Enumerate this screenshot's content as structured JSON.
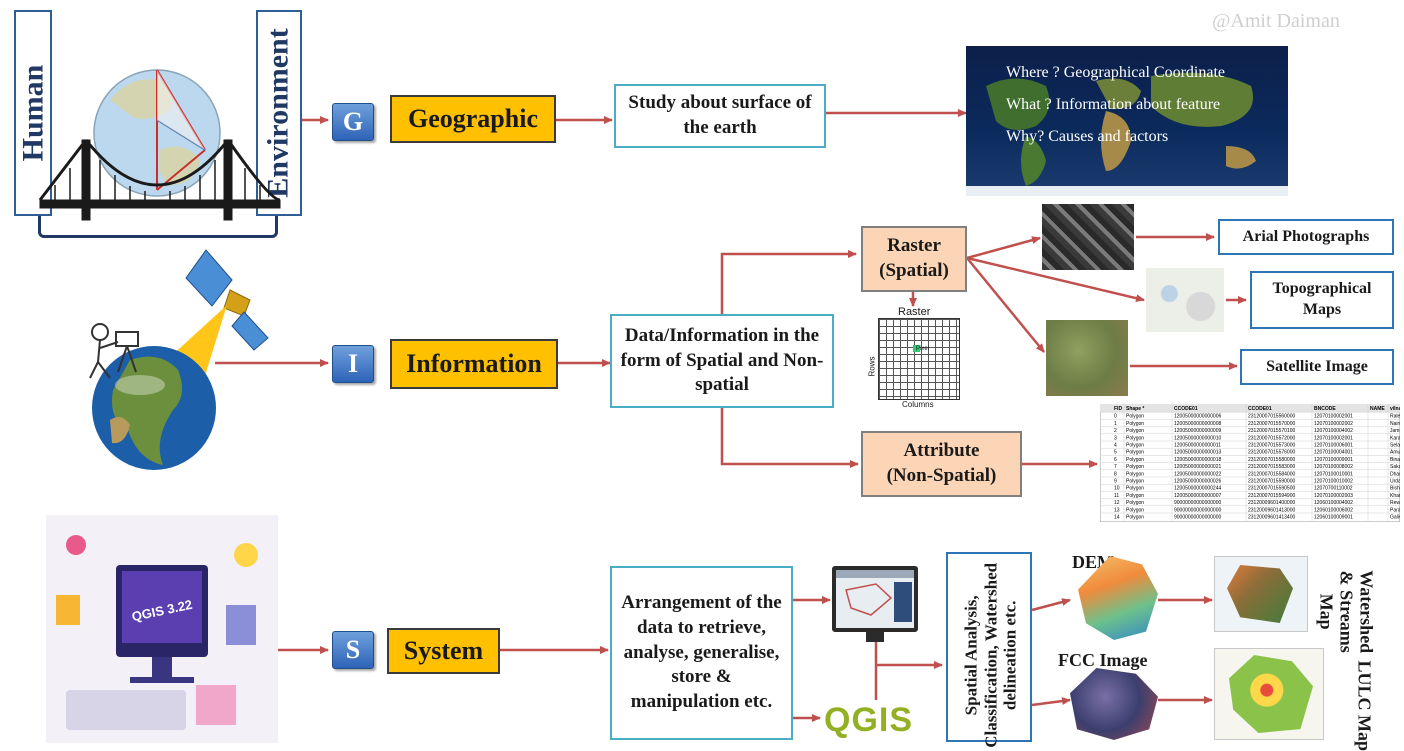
{
  "watermark": "@Amit Daiman",
  "side_labels": {
    "left": "Human",
    "right": "Environment"
  },
  "rows": [
    {
      "letter": "G",
      "keyword": "Geographic",
      "description": "Study about surface of the earth"
    },
    {
      "letter": "I",
      "keyword": "Information",
      "description": "Data/Information in the form of Spatial and Non-spatial"
    },
    {
      "letter": "S",
      "keyword": "System",
      "description": "Arrangement of the data to retrieve, analyse, generalise, store & manipulation etc."
    }
  ],
  "world_map_lines": [
    "Where ? Geographical Coordinate",
    "What ? Information about feature",
    "Why? Causes and factors"
  ],
  "raster": {
    "label_line1": "Raster",
    "label_line2": "(Spatial)",
    "grid_title": "Raster",
    "grid_rows": "Rows",
    "grid_cols": "Columns",
    "grid_pixel": "Pixel"
  },
  "attribute": {
    "label_line1": "Attribute",
    "label_line2": "(Non-Spatial)"
  },
  "raster_outputs": [
    "Arial Photographs",
    "Topographical Maps",
    "Satellite Image"
  ],
  "attribute_table": {
    "columns": [
      "FID",
      "Shape *",
      "CCODE01",
      "CCODE01",
      "BNCODE",
      "NAME",
      "vilname"
    ],
    "rows": [
      [
        "0",
        "Polygon",
        "12005000000000006",
        "23120007015560000",
        "12070100002001",
        "",
        "Raleuna"
      ],
      [
        "1",
        "Polygon",
        "12005000000000008",
        "23120007015570000",
        "12070100002002",
        "",
        "Nainiya"
      ],
      [
        "2",
        "Polygon",
        "12005000000000009",
        "23120007015570100",
        "12070100004002",
        "",
        "Jamuniya"
      ],
      [
        "3",
        "Polygon",
        "12005000000000010",
        "23120007015572000",
        "12070100002001",
        "",
        "Karaudiya"
      ],
      [
        "4",
        "Polygon",
        "12005000000000011",
        "23120007015573000",
        "12070100006001",
        "",
        "Selahagaro"
      ],
      [
        "5",
        "Polygon",
        "12005000000000013",
        "23120007015576000",
        "12070100004001",
        "",
        "Amuwa"
      ],
      [
        "6",
        "Polygon",
        "12005000000000018",
        "23120007015580000",
        "12070100009001",
        "",
        "Binaiha"
      ],
      [
        "7",
        "Polygon",
        "12005000000000021",
        "23120007015583000",
        "12070100008002",
        "",
        "Sakari"
      ],
      [
        "8",
        "Polygon",
        "12005000000000022",
        "23120007015584000",
        "12070100010001",
        "",
        "Dhanedi_Khurd"
      ],
      [
        "9",
        "Polygon",
        "12005000000000026",
        "23120007015590000",
        "12070100010002",
        "",
        "Urdani"
      ],
      [
        "10",
        "Polygon",
        "12005000000000244",
        "23120007015590500",
        "12070700110002",
        "",
        "Bishnupur"
      ],
      [
        "11",
        "Polygon",
        "12005000000000007",
        "23120007015594900",
        "12070100002003",
        "",
        "Khamariya"
      ],
      [
        "12",
        "Polygon",
        "90000000000000000",
        "23120009601400000",
        "12060100004002",
        "",
        "Rewaan"
      ],
      [
        "13",
        "Polygon",
        "90000000000000000",
        "23120009601413000",
        "12060100006002",
        "",
        "Paraadiya"
      ],
      [
        "14",
        "Polygon",
        "90000000000000000",
        "23120009601413400",
        "12060100009001",
        "",
        "Galival"
      ]
    ]
  },
  "qgis": {
    "logo_text": "QGIS",
    "screen_badge": "QGIS 3.22"
  },
  "analysis": {
    "vertical_label": "Spatial Analysis, Classification, Watershed delineation etc.",
    "dem_label": "DEM",
    "fcc_label": "FCC Image"
  },
  "outputs": [
    {
      "label": "Watershed & Streams Map"
    },
    {
      "label": "LULC Map"
    }
  ],
  "colors": {
    "keyword_fill": "#ffc000",
    "letter_fill": "#3a73c4",
    "teal_border": "#4bacc6",
    "peach_fill": "#fbd5b5",
    "blue_border": "#2e75b6",
    "arrow": "#c0504d"
  }
}
